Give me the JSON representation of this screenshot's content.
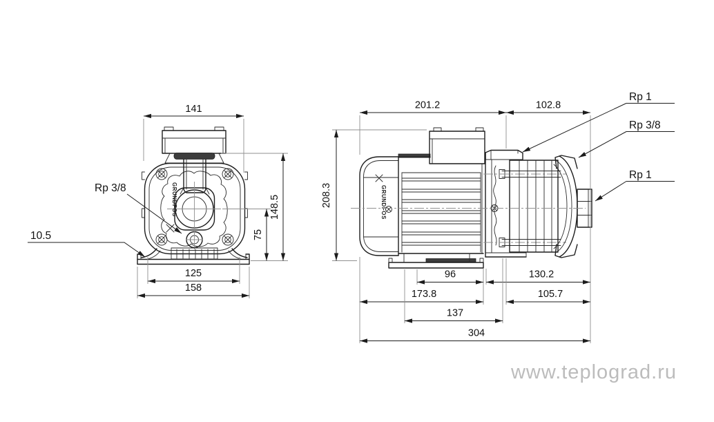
{
  "brand": "GRUNDFOS",
  "watermark": "www.teplograd.ru",
  "front_view": {
    "dimensions": {
      "body_width": "141",
      "height_to_stool": "148.5",
      "port_center_height": "75",
      "foot_hole_spacing": "125",
      "baseplate_width": "158",
      "foot_hole_diameter": "10.5"
    },
    "port_labels": {
      "drain_plug": "Rp 3/8"
    }
  },
  "side_view": {
    "dimensions": {
      "motor_length": "201.2",
      "pump_head_length": "102.8",
      "total_height": "208.3",
      "fin_section_length": "96",
      "chamber_section_length": "130.2",
      "motor_to_base_end": "173.8",
      "port_to_end": "105.7",
      "baseplate_length": "137",
      "total_length": "304"
    },
    "port_labels": {
      "discharge_port": "Rp 1",
      "priming_plug": "Rp 3/8",
      "suction_port": "Rp 1"
    }
  }
}
